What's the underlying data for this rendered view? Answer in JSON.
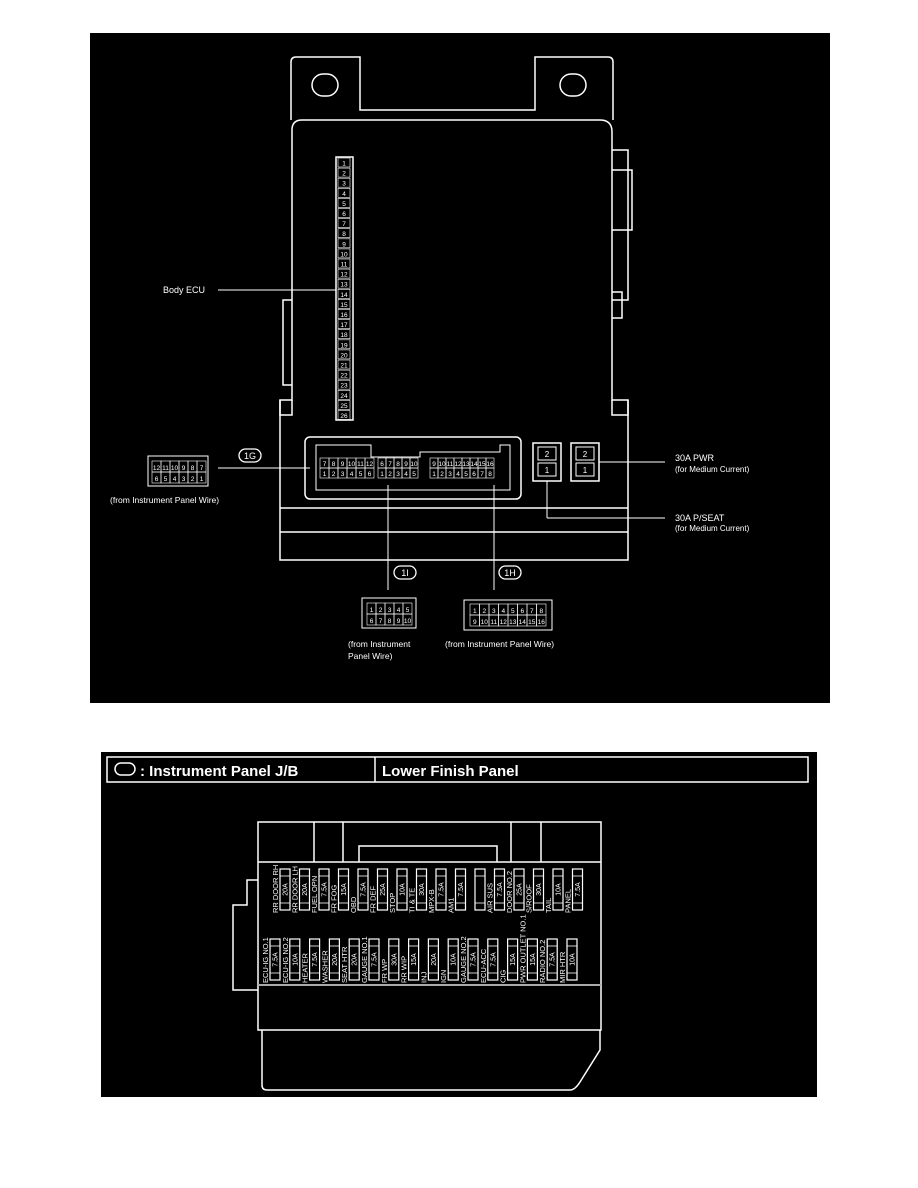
{
  "top_diagram": {
    "body_ecu_label": "Body ECU",
    "body_ecu_pins": [
      "1",
      "2",
      "3",
      "4",
      "5",
      "6",
      "7",
      "8",
      "9",
      "10",
      "11",
      "12",
      "13",
      "14",
      "15",
      "16",
      "17",
      "18",
      "19",
      "20",
      "21",
      "22",
      "23",
      "24",
      "25",
      "26"
    ],
    "connector_1g": {
      "id": "1G",
      "source": "(from Instrument Panel Wire)",
      "row1": [
        "12",
        "11",
        "10",
        "9",
        "8",
        "7"
      ],
      "row2": [
        "6",
        "5",
        "4",
        "3",
        "2",
        "1"
      ]
    },
    "connector_1i": {
      "id": "1I",
      "source_line1": "(from Instrument",
      "source_line2": "Panel Wire)",
      "row1": [
        "1",
        "2",
        "3",
        "4",
        "5"
      ],
      "row2": [
        "6",
        "7",
        "8",
        "9",
        "10"
      ]
    },
    "connector_1h": {
      "id": "1H",
      "source": "(from Instrument Panel Wire)",
      "row1": [
        "1",
        "2",
        "3",
        "4",
        "5",
        "6",
        "7",
        "8"
      ],
      "row2": [
        "9",
        "10",
        "11",
        "12",
        "13",
        "14",
        "15",
        "16"
      ]
    },
    "socket_1g": {
      "row1": [
        "7",
        "8",
        "9",
        "10",
        "11",
        "12"
      ],
      "row2": [
        "1",
        "2",
        "3",
        "4",
        "5",
        "6"
      ]
    },
    "socket_1i": {
      "row1": [
        "6",
        "7",
        "8",
        "9",
        "10"
      ],
      "row2": [
        "1",
        "2",
        "3",
        "4",
        "5"
      ]
    },
    "socket_1h": {
      "row1": [
        "9",
        "10",
        "11",
        "12",
        "13",
        "14",
        "15",
        "16"
      ],
      "row2": [
        "1",
        "2",
        "3",
        "4",
        "5",
        "6",
        "7",
        "8"
      ]
    },
    "relay_pins": [
      "2",
      "1"
    ],
    "pwr_label": "30A PWR",
    "pwr_sub": "(for Medium Current)",
    "pseat_label": "30A P/SEAT",
    "pseat_sub": "(for Medium Current)"
  },
  "bottom_diagram": {
    "header_left": ": Instrument Panel J/B",
    "header_right": "Lower Finish Panel",
    "upper_fuses": [
      {
        "name": "RR DOOR RH",
        "amp": "20A"
      },
      {
        "name": "RR DOOR LH",
        "amp": "20A"
      },
      {
        "name": "FUEL OPN",
        "amp": "7.5A"
      },
      {
        "name": "FR FOG",
        "amp": "15A"
      },
      {
        "name": "OBD",
        "amp": "7.5A"
      },
      {
        "name": "FR DEF",
        "amp": "25A"
      },
      {
        "name": "STOP",
        "amp": "10A"
      },
      {
        "name": "TI & TE",
        "amp": "30A"
      },
      {
        "name": "MPX-B",
        "amp": "7.5A"
      },
      {
        "name": "AM1",
        "amp": "7.5A"
      },
      {
        "name": "",
        "amp": ""
      },
      {
        "name": "AIR SUS",
        "amp": "7.5A"
      },
      {
        "name": "DOOR NO.2",
        "amp": "25A"
      },
      {
        "name": "S/ROOF",
        "amp": "30A"
      },
      {
        "name": "TAIL",
        "amp": "10A"
      },
      {
        "name": "PANEL",
        "amp": "7.5A"
      }
    ],
    "lower_fuses": [
      {
        "name": "ECU-IG NO.1",
        "amp": "7.5A"
      },
      {
        "name": "ECU-IG NO.2",
        "amp": "10A"
      },
      {
        "name": "HEATER",
        "amp": "7.5A"
      },
      {
        "name": "WASHER",
        "amp": "20A"
      },
      {
        "name": "SEAT HTR",
        "amp": "20A"
      },
      {
        "name": "GAUGE NO.1",
        "amp": "7.5A"
      },
      {
        "name": "FR WP",
        "amp": "30A"
      },
      {
        "name": "RR WIP",
        "amp": "15A"
      },
      {
        "name": "INJ",
        "amp": "20A"
      },
      {
        "name": "IGN",
        "amp": "10A"
      },
      {
        "name": "GAUGE NO.2",
        "amp": "7.5A"
      },
      {
        "name": "ECU-ACC",
        "amp": "7.5A"
      },
      {
        "name": "CIG",
        "amp": "15A"
      },
      {
        "name": "PWR OUTLET NO.1",
        "amp": "15A"
      },
      {
        "name": "RADIO NO.2",
        "amp": "7.5A"
      },
      {
        "name": "MIR HTR",
        "amp": "10A"
      }
    ]
  }
}
